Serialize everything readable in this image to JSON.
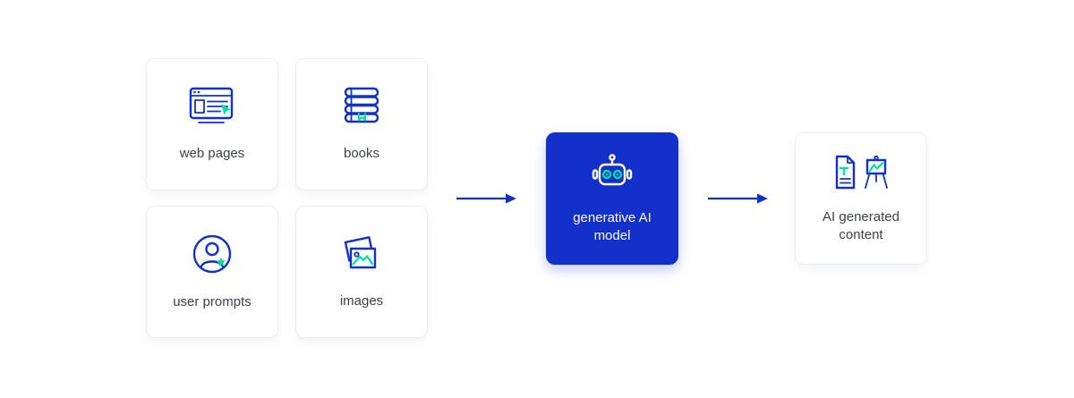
{
  "inputs": [
    {
      "label": "web pages",
      "icon": "webpage-icon"
    },
    {
      "label": "books",
      "icon": "books-icon"
    },
    {
      "label": "user prompts",
      "icon": "user-prompts-icon"
    },
    {
      "label": "images",
      "icon": "images-icon"
    }
  ],
  "model": {
    "label": "generative AI model",
    "icon": "robot-icon"
  },
  "output": {
    "label": "AI generated content",
    "icon": "document-easel-icon"
  },
  "colors": {
    "accent_blue": "#1330cb",
    "icon_green": "#06dfa4",
    "card_border": "#ededed",
    "label_text": "#3d3f4a",
    "model_text": "#ffffff",
    "canvas_bg": "#ffffff"
  }
}
